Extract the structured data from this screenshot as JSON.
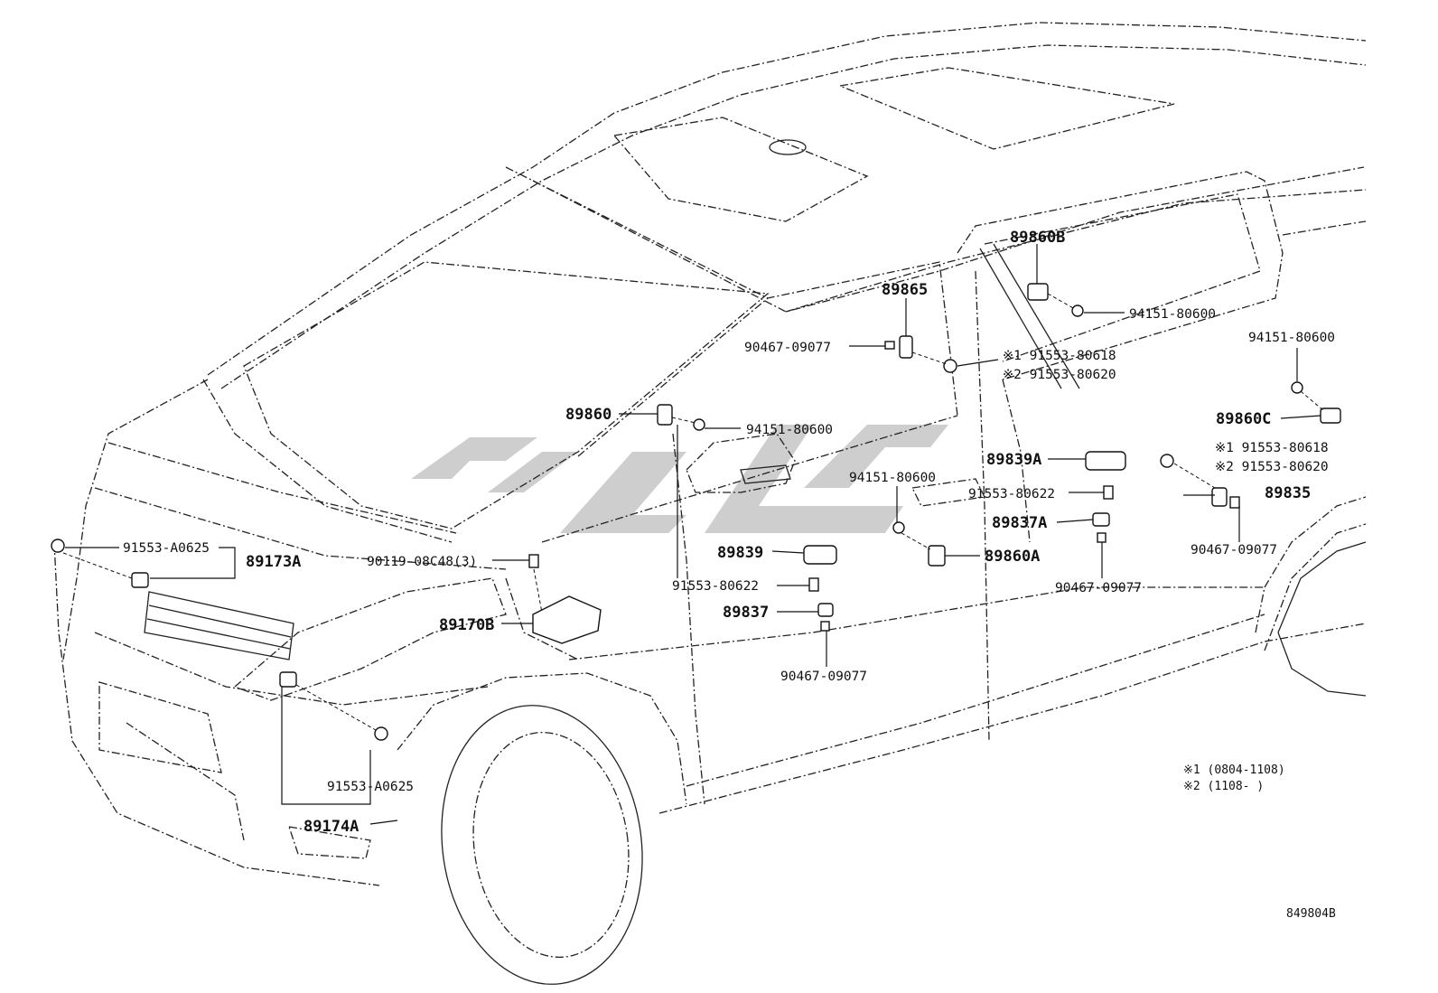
{
  "diagram": {
    "labels": {
      "p89860B": "89860B",
      "p94151_80600_a": "94151-80600",
      "p89865": "89865",
      "p90467_09077_a": "90467-09077",
      "p91553_80618_a": "※1 91553-80618",
      "p91553_80620_a": "※2 91553-80620",
      "p94151_80600_b": "94151-80600",
      "p89860": "89860",
      "p94151_80600_c": "94151-80600",
      "p89860C": "89860C",
      "p89839A": "89839A",
      "p91553_80618_b": "※1 91553-80618",
      "p91553_80620_b": "※2 91553-80620",
      "p94151_80600_d": "94151-80600",
      "p91553_80622_a": "91553-80622",
      "p89835": "89835",
      "p89837A": "89837A",
      "p91553_A0625_a": "91553-A0625",
      "p89173A": "89173A",
      "p90119_08C48": "90119-08C48(3)",
      "p89839": "89839",
      "p89860A": "89860A",
      "p90467_09077_b": "90467-09077",
      "p91553_80622_b": "91553-80622",
      "p90467_09077_c": "90467-09077",
      "p89837": "89837",
      "p89170B": "89170B",
      "p90467_09077_d": "90467-09077",
      "p91553_A0625_b": "91553-A0625",
      "p89174A": "89174A"
    },
    "notes": {
      "note1": "※1 (0804-1108)",
      "note2": "※2 (1108-      )"
    },
    "figure_code": "849804B"
  }
}
